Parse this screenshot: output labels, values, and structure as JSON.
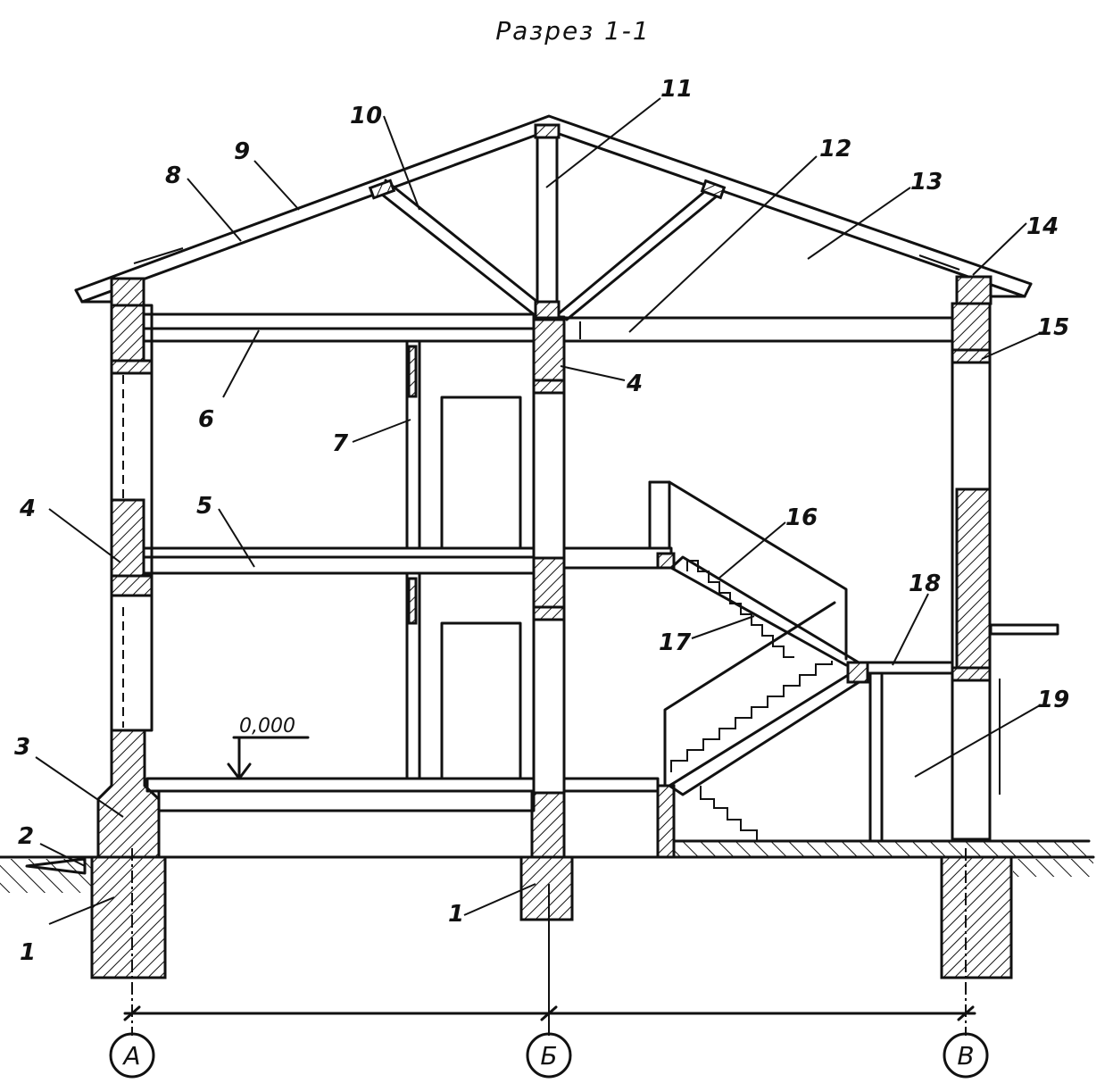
{
  "title": "Разрез 1-1",
  "level_mark": "0,000",
  "callouts": [
    {
      "id": "1",
      "text": "1"
    },
    {
      "id": "1b",
      "text": "1"
    },
    {
      "id": "2",
      "text": "2"
    },
    {
      "id": "3",
      "text": "3"
    },
    {
      "id": "4",
      "text": "4"
    },
    {
      "id": "4b",
      "text": "4"
    },
    {
      "id": "5",
      "text": "5"
    },
    {
      "id": "6",
      "text": "6"
    },
    {
      "id": "7",
      "text": "7"
    },
    {
      "id": "8",
      "text": "8"
    },
    {
      "id": "9",
      "text": "9"
    },
    {
      "id": "10",
      "text": "10"
    },
    {
      "id": "11",
      "text": "11"
    },
    {
      "id": "12",
      "text": "12"
    },
    {
      "id": "13",
      "text": "13"
    },
    {
      "id": "14",
      "text": "14"
    },
    {
      "id": "15",
      "text": "15"
    },
    {
      "id": "16",
      "text": "16"
    },
    {
      "id": "17",
      "text": "17"
    },
    {
      "id": "18",
      "text": "18"
    },
    {
      "id": "19",
      "text": "19"
    }
  ],
  "axes": [
    {
      "id": "A",
      "text": "А"
    },
    {
      "id": "B",
      "text": "Б"
    },
    {
      "id": "V",
      "text": "В"
    }
  ]
}
